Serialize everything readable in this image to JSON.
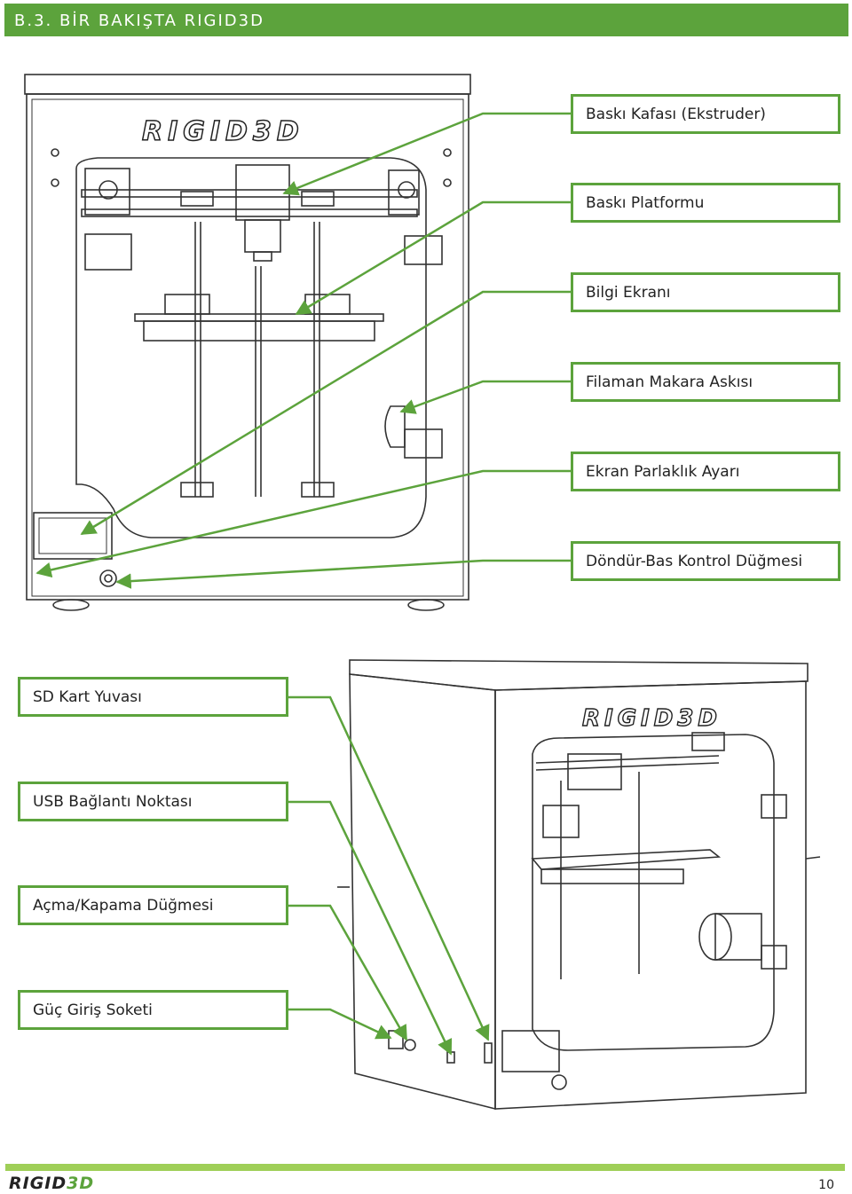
{
  "header": {
    "title": "B.3. BİR BAKIŞTA RIGID3D"
  },
  "front_view": {
    "brand": "RIGID3D",
    "callouts": [
      "Baskı Kafası (Ekstruder)",
      "Baskı Platformu",
      "Bilgi Ekranı",
      "Filaman Makara Askısı",
      "Ekran Parlaklık Ayarı",
      "Döndür-Bas Kontrol Düğmesi"
    ]
  },
  "side_view": {
    "brand": "RIGID3D",
    "callouts": [
      "SD Kart Yuvası",
      "USB Bağlantı Noktası",
      "Açma/Kapama Düğmesi",
      "Güç Giriş Soketi"
    ]
  },
  "footer": {
    "logo": "RIGID3D",
    "page_number": "10"
  },
  "colors": {
    "accent": "#5ca33c",
    "footer_bar": "#9fcf58"
  }
}
